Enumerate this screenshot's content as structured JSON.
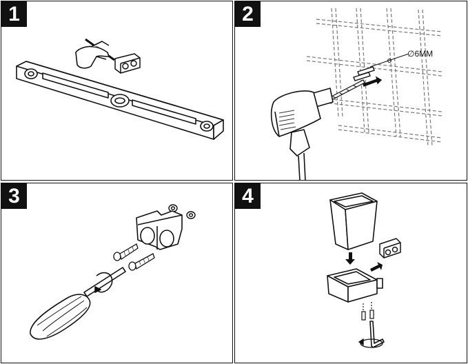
{
  "panels": [
    {
      "step": "1"
    },
    {
      "step": "2",
      "drill_size_label": "∅6MM"
    },
    {
      "step": "3"
    },
    {
      "step": "4"
    }
  ]
}
